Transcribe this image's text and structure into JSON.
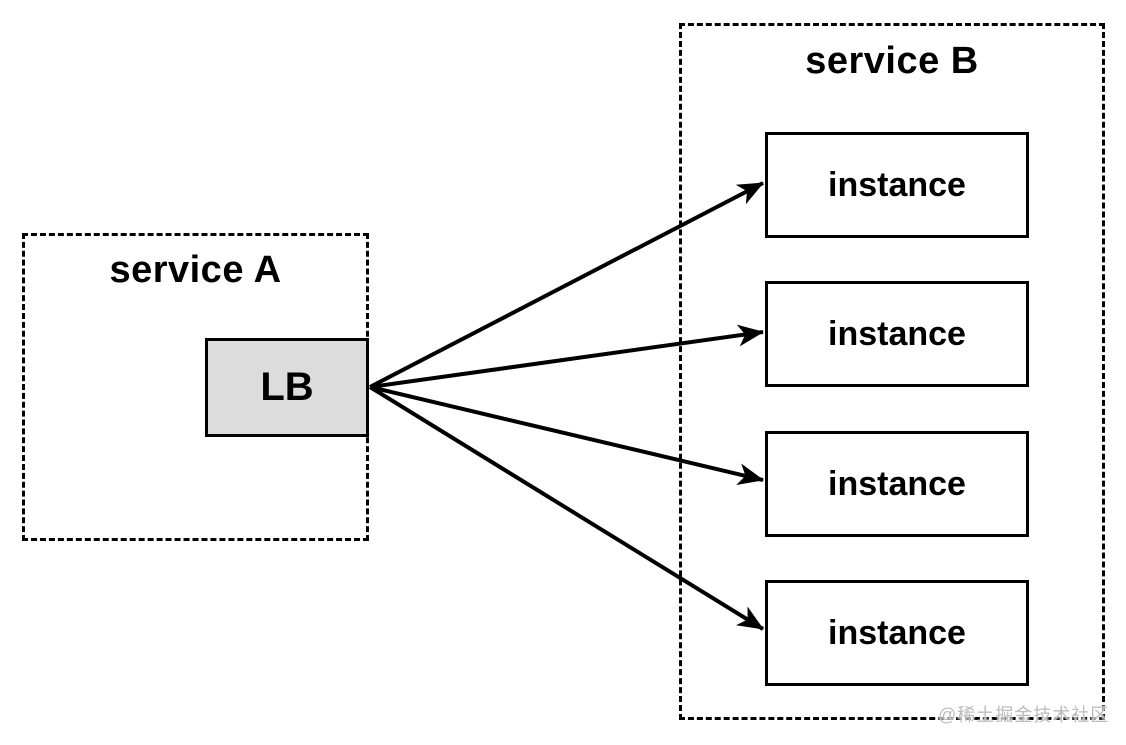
{
  "service_a": {
    "label": "service A",
    "lb_label": "LB"
  },
  "service_b": {
    "label": "service B",
    "instances": [
      "instance",
      "instance",
      "instance",
      "instance"
    ]
  },
  "watermark": "@稀土掘金技术社区",
  "colors": {
    "background": "#ffffff",
    "line": "#000000",
    "lb_fill": "#dcdcdc",
    "watermark": "#bcbcbc"
  },
  "arrows": {
    "count": 4,
    "from": "LB",
    "to": "instance"
  }
}
